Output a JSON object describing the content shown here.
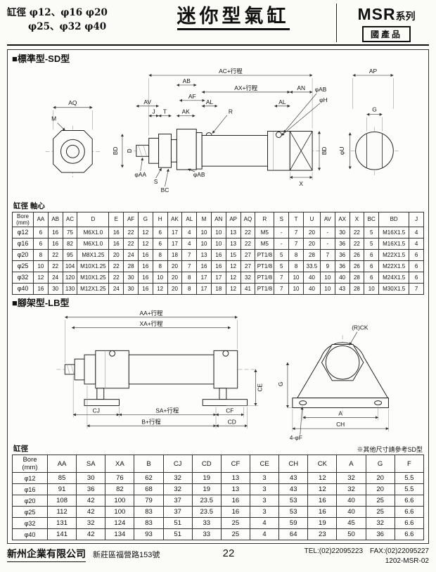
{
  "header": {
    "bore_line1": "缸徑 φ12、φ16 φ20",
    "bore_line2": "φ25、φ32 φ40",
    "title": "迷你型氣缸",
    "series_en": "MSR",
    "series_suffix": "系列",
    "origin": "國產品"
  },
  "section1": {
    "heading": "■標準型-SD型",
    "drawing_labels": {
      "ac": "AC+行程",
      "ap": "AP",
      "ab": "AB",
      "af": "AF",
      "ax": "AX+行程",
      "an": "AN",
      "av": "AV",
      "j": "J",
      "t": "T",
      "ak": "AK",
      "al": "AL",
      "r": "R",
      "aq": "AQ",
      "m": "M",
      "bd": "BD",
      "d": "D",
      "phi_aa": "φAA",
      "s": "S",
      "bc": "BC",
      "phi_ab": "φAB",
      "phi_h": "φH",
      "phi_u": "φU",
      "x": "X",
      "g": "G"
    },
    "table": {
      "corner": "缸徑 軸心",
      "bore_header": [
        "Bore",
        "(mm)"
      ],
      "columns": [
        "AA",
        "AB",
        "AC",
        "D",
        "E",
        "AF",
        "G",
        "H",
        "AK",
        "AL",
        "M",
        "AN",
        "AP",
        "AQ",
        "R",
        "S",
        "T",
        "U",
        "AV",
        "AX",
        "X",
        "BC",
        "BD",
        "J"
      ],
      "rows": [
        {
          "bore": "φ12",
          "values": [
            "6",
            "16",
            "75",
            "M6X1.0",
            "16",
            "22",
            "12",
            "6",
            "17",
            "4",
            "10",
            "10",
            "13",
            "22",
            "M5",
            "-",
            "7",
            "20",
            "-",
            "30",
            "22",
            "5",
            "M16X1.5",
            "4"
          ]
        },
        {
          "bore": "φ16",
          "values": [
            "6",
            "16",
            "82",
            "M6X1.0",
            "16",
            "22",
            "12",
            "6",
            "17",
            "4",
            "10",
            "10",
            "13",
            "22",
            "M5",
            "-",
            "7",
            "20",
            "-",
            "36",
            "22",
            "5",
            "M16X1.5",
            "4"
          ]
        },
        {
          "bore": "φ20",
          "values": [
            "8",
            "22",
            "95",
            "M8X1.25",
            "20",
            "24",
            "16",
            "8",
            "18",
            "7",
            "13",
            "16",
            "15",
            "27",
            "PT1/8",
            "5",
            "8",
            "28",
            "7",
            "36",
            "26",
            "6",
            "M22X1.5",
            "6"
          ]
        },
        {
          "bore": "φ25",
          "values": [
            "10",
            "22",
            "104",
            "M10X1.25",
            "22",
            "28",
            "16",
            "8",
            "20",
            "7",
            "16",
            "16",
            "12",
            "27",
            "PT1/8",
            "5",
            "8",
            "33.5",
            "9",
            "36",
            "26",
            "6",
            "M22X1.5",
            "6"
          ]
        },
        {
          "bore": "φ32",
          "values": [
            "12",
            "24",
            "120",
            "M10X1.25",
            "22",
            "30",
            "16",
            "10",
            "20",
            "8",
            "17",
            "17",
            "12",
            "32",
            "PT1/8",
            "7",
            "10",
            "40",
            "10",
            "40",
            "28",
            "6",
            "M24X1.5",
            "6"
          ]
        },
        {
          "bore": "φ40",
          "values": [
            "16",
            "30",
            "130",
            "M12X1.25",
            "24",
            "30",
            "16",
            "12",
            "20",
            "8",
            "17",
            "18",
            "12",
            "41",
            "PT1/8",
            "7",
            "10",
            "40",
            "10",
            "43",
            "28",
            "10",
            "M30X1.5",
            "7"
          ]
        }
      ]
    }
  },
  "section2": {
    "heading": "■腳架型-LB型",
    "note": "※其他尺寸請參考SD型",
    "drawing_labels": {
      "aa": "AA+行程",
      "xa": "XA+行程",
      "rck": "(R)CK",
      "ce": "CE",
      "g": "G",
      "cj": "CJ",
      "sa": "SA+行程",
      "cf": "CF",
      "b": "B+行程",
      "cd": "CD",
      "f4": "4-φF",
      "a": "A",
      "ch": "CH"
    },
    "table": {
      "corner": "缸徑",
      "bore_header": [
        "Bore",
        "(mm)"
      ],
      "columns": [
        "AA",
        "SA",
        "XA",
        "B",
        "CJ",
        "CD",
        "CF",
        "CE",
        "CH",
        "CK",
        "A",
        "G",
        "F"
      ],
      "rows": [
        {
          "bore": "φ12",
          "values": [
            "85",
            "30",
            "76",
            "62",
            "32",
            "19",
            "13",
            "3",
            "43",
            "12",
            "32",
            "20",
            "5.5"
          ]
        },
        {
          "bore": "φ16",
          "values": [
            "91",
            "36",
            "82",
            "68",
            "32",
            "19",
            "13",
            "3",
            "43",
            "12",
            "32",
            "20",
            "5.5"
          ]
        },
        {
          "bore": "φ20",
          "values": [
            "108",
            "42",
            "100",
            "79",
            "37",
            "23.5",
            "16",
            "3",
            "53",
            "16",
            "40",
            "25",
            "6.6"
          ]
        },
        {
          "bore": "φ25",
          "values": [
            "112",
            "42",
            "100",
            "83",
            "37",
            "23.5",
            "16",
            "3",
            "53",
            "16",
            "40",
            "25",
            "6.6"
          ]
        },
        {
          "bore": "φ32",
          "values": [
            "131",
            "32",
            "124",
            "83",
            "51",
            "33",
            "25",
            "4",
            "59",
            "19",
            "45",
            "32",
            "6.6"
          ]
        },
        {
          "bore": "φ40",
          "values": [
            "141",
            "42",
            "134",
            "93",
            "51",
            "33",
            "25",
            "4",
            "64",
            "23",
            "50",
            "36",
            "6.6"
          ]
        }
      ]
    }
  },
  "footer": {
    "company": "新州企業有限公司",
    "address": "新莊區福營路153號",
    "page": "22",
    "tel": "TEL:(02)22095223",
    "fax": "FAX:(02)22095227",
    "doc": "1202-MSR-02"
  }
}
